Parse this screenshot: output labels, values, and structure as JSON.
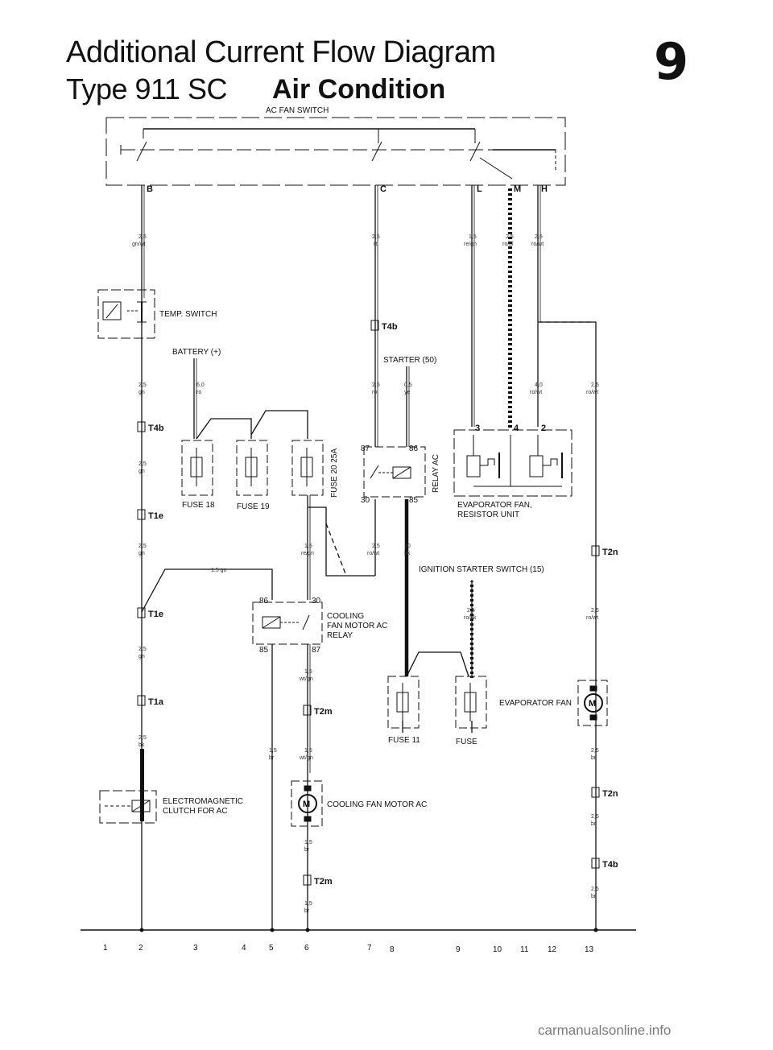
{
  "header": {
    "title_line1": "Additional Current Flow Diagram",
    "title_type": "Type 911 SC",
    "title_system": "Air Condition",
    "page_number": "9"
  },
  "components": {
    "ac_fan_switch": "AC FAN SWITCH",
    "temp_switch": "TEMP. SWITCH",
    "battery": "BATTERY (+)",
    "starter": "STARTER (50)",
    "fuse18": "FUSE 18",
    "fuse19": "FUSE 19",
    "fuse20": "FUSE 20  25A",
    "relay_ac": "RELAY AC",
    "evap_fan_resistor_1": "EVAPORATOR FAN,",
    "evap_fan_resistor_2": "RESISTOR UNIT",
    "ignition_switch": "IGNITION STARTER SWITCH  (15)",
    "cooling_relay_1": "COOLING",
    "cooling_relay_2": "FAN MOTOR AC",
    "cooling_relay_3": "RELAY",
    "evaporator_fan": "EVAPORATOR FAN",
    "fuse11": "FUSE 11",
    "fuse": "FUSE",
    "clutch_1": "ELECTROMAGNETIC",
    "clutch_2": "CLUTCH FOR AC",
    "cooling_fan_motor": "COOLING FAN MOTOR AC"
  },
  "switch_terminals": [
    "B",
    "C",
    "L",
    "M",
    "H"
  ],
  "relay_terminals": {
    "r87": "87",
    "r86": "86",
    "r30": "30",
    "r85": "85"
  },
  "cool_relay_terminals": {
    "c86": "86",
    "c30": "30",
    "c85": "85",
    "c87": "87"
  },
  "resistor_terminals": [
    "3",
    "4",
    "2"
  ],
  "connectors": {
    "t4b": "T4b",
    "t1e": "T1e",
    "t1a": "T1a",
    "t2m": "T2m",
    "t2n": "T2n"
  },
  "wires": {
    "w1": "2,5",
    "w1c": "gn/wt",
    "w2": "2,5",
    "w2c": "rt",
    "w3": "1,5",
    "w3c": "re/gn",
    "w4": "2,5",
    "w4c": "ro/bl",
    "w5": "2,5",
    "w5c": "ro/wt",
    "w6": "2,5",
    "w6c": "gn",
    "w7": "6,0",
    "w7c": "ro",
    "w8": "2,5",
    "w8c": "ro",
    "w9": "0,5",
    "w9c": "ye",
    "w10": "4,0",
    "w10c": "ro/wt",
    "w11": "2,5",
    "w11c": "ro/wt",
    "w12": "2,5",
    "w12c": "gn",
    "w13": "1,5",
    "w13c": "re/gn",
    "w14": "2,5",
    "w14c": "ro/wt",
    "w15": "10",
    "w15c": "bk",
    "w16": "1,5 gn",
    "w17": "2,5",
    "w17c": "ro/bk",
    "w18": "1,5",
    "w18c": "wt/gn",
    "w19": "2,5",
    "w19c": "bk",
    "w20": "1,5",
    "w20c": "br",
    "w21": "2,5",
    "w21c": "br"
  },
  "ground_positions": [
    "1",
    "2",
    "3",
    "4",
    "5",
    "6",
    "7",
    "8",
    "9",
    "10",
    "11",
    "12",
    "13"
  ],
  "watermark": "carmanualsonline.info"
}
